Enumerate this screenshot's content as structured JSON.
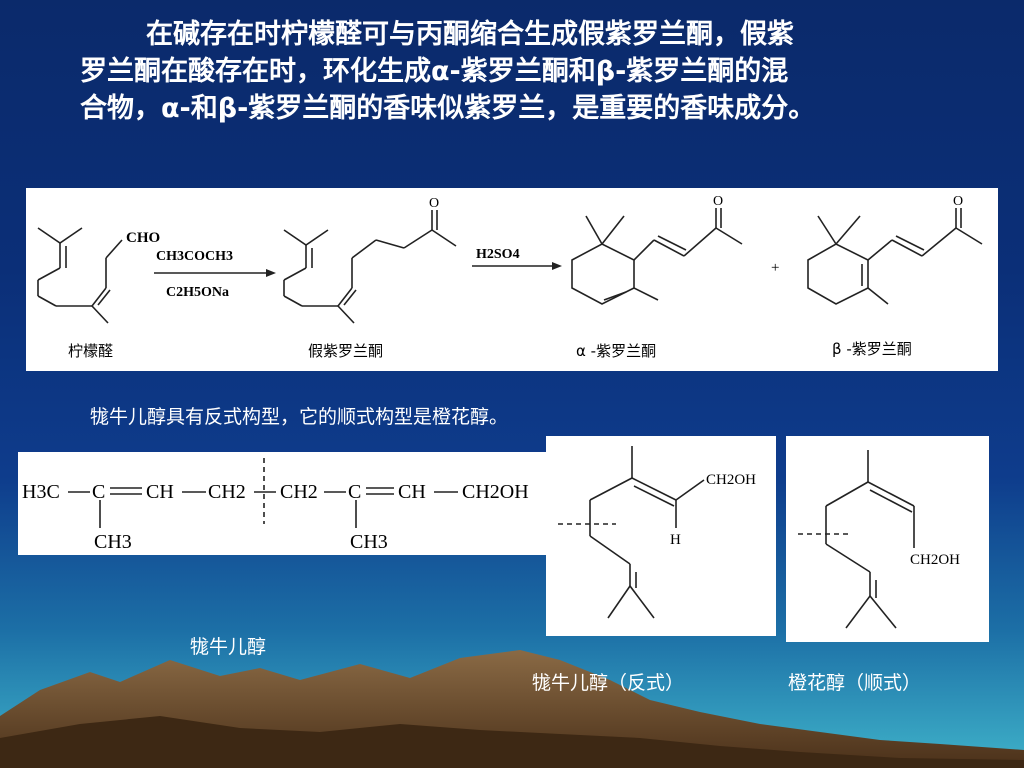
{
  "intro": {
    "line1": "在碱存在时柠檬醛可与丙酮缩合生成假紫罗兰酮，假紫",
    "line2": "罗兰酮在酸存在时，环化生成α-紫罗兰酮和β-紫罗兰酮的混",
    "line3": "合物，α-和β-紫罗兰酮的香味似紫罗兰，是重要的香味成分。"
  },
  "reaction": {
    "reagent_cho": "CHO",
    "reagent_acetone": "CH3COCH3",
    "reagent_base": "C2H5ONa",
    "reagent_acid": "H2SO4",
    "plus": "+",
    "oxygen": "O",
    "labels": {
      "citral": "柠檬醛",
      "pseudoionone": "假紫罗兰酮",
      "alpha_ionone": "α -紫罗兰酮",
      "beta_ionone": "β -紫罗兰酮"
    }
  },
  "geraniol_note": "牻牛儿醇具有反式构型，它的顺式构型是橙花醇。",
  "formula": {
    "h3c": "H3C",
    "c1": "C",
    "ch1": "CH",
    "ch2a": "CH2",
    "ch2b": "CH2",
    "c2": "C",
    "ch2": "CH",
    "ch2oh": "CH2OH",
    "ch3_1": "CH3",
    "ch3_2": "CH3"
  },
  "skeletal": {
    "trans_ch2oh": "CH2OH",
    "trans_h": "H",
    "cis_ch2oh": "CH2OH"
  },
  "captions": {
    "geraniol": "牻牛儿醇",
    "geraniol_trans": "牻牛儿醇（反式）",
    "nerol_cis": "橙花醇（顺式）"
  },
  "colors": {
    "background_top": "#0b2a6b",
    "background_bottom": "#3fb2c9",
    "text": "#ffffff",
    "mountain": "#6b4a2a"
  }
}
